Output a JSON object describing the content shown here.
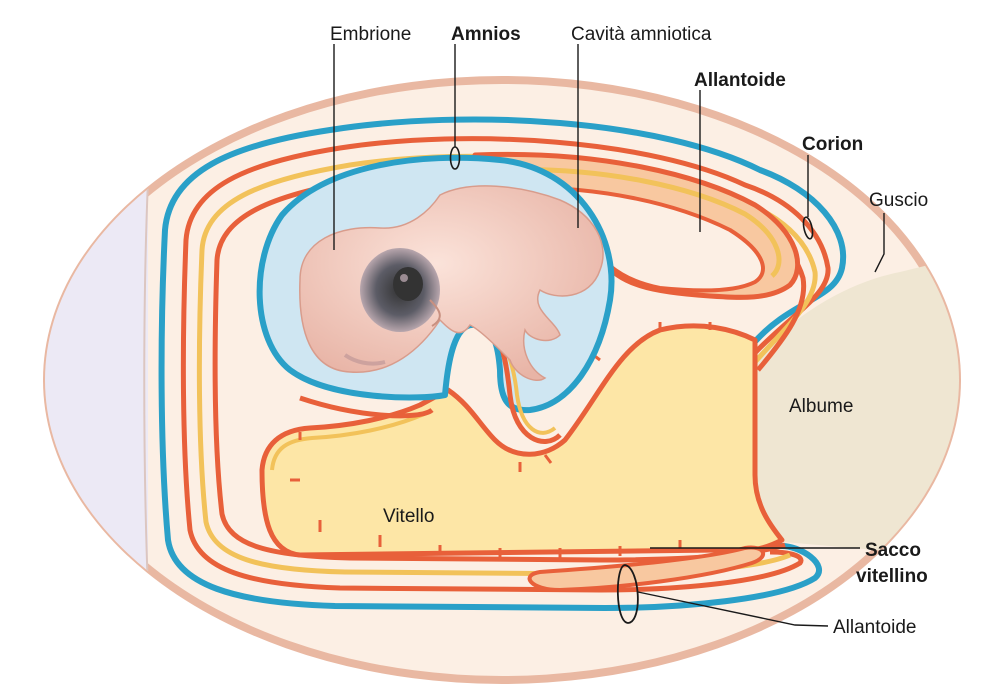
{
  "labels": {
    "embrione": "Embrione",
    "amnios": "Amnios",
    "cavita_amniotica": "Cavità amniotica",
    "allantoide_top": "Allantoide",
    "corion": "Corion",
    "guscio": "Guscio",
    "albume": "Albume",
    "vitello": "Vitello",
    "sacco_line1": "Sacco",
    "sacco_line2": "vitellino",
    "allantoide_bottom": "Allantoide"
  },
  "colors": {
    "shell": "#e9b8a2",
    "shell_inner": "#fcefe4",
    "air_cell": "#ece9f5",
    "albumen": "#efe6d2",
    "chorion": "#2aa0c8",
    "membrane_red": "#e8603a",
    "membrane_yellow": "#f2c25a",
    "yolk": "#fde6a6",
    "allantois_fill": "#f8c8a0",
    "amnion_cavity": "#cfe6f2",
    "embryo": "#f6d3c8"
  }
}
